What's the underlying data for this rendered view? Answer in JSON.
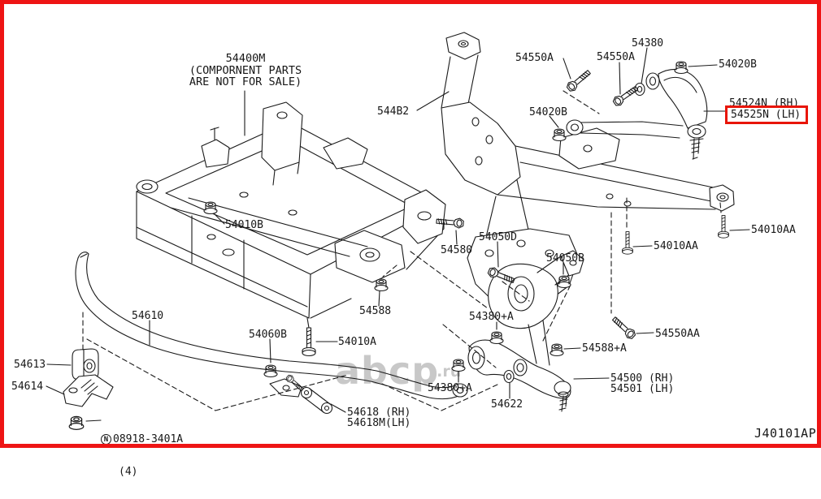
{
  "code": "J40101AP",
  "colors": {
    "line": "#1a1a1a",
    "page_border": "#ee1414",
    "highlight_box": "#e81507",
    "watermark": "#c8c8c8"
  },
  "watermark": {
    "main": "abcp",
    "suffix": ".ru"
  },
  "note": {
    "l1": "54400M",
    "l2": "(COMPORNENT PARTS",
    "l3": "ARE NOT FOR SALE)"
  },
  "hardware": {
    "prefix": "N",
    "number": "08918-3401A",
    "qty": "(4)"
  },
  "labels": {
    "b544b2": "544B2",
    "b54550a_1": "54550A",
    "b54550a_2": "54550A",
    "b54380": "54380",
    "b54020b_1": "54020B",
    "b54524n": "54524N (RH)",
    "b54525n": "54525N (LH)",
    "b54020b_2": "54020B",
    "b54010b": "54010B",
    "b54580": "54580",
    "b54050d": "54050D",
    "b54050b": "54050B",
    "b54588": "54588",
    "b54610": "54610",
    "b54060b": "54060B",
    "b54010a": "54010A",
    "b54380a_1": "54380+A",
    "b54588a": "54588+A",
    "b54550aa": "54550AA",
    "b54010aa_1": "54010AA",
    "b54010aa_2": "54010AA",
    "b54500": "54500 (RH)",
    "b54501": "54501 (LH)",
    "b54622": "54622",
    "b54380a_2": "54380+A",
    "b54618": "54618 (RH)",
    "b54618m": "54618M(LH)",
    "b54613": "54613",
    "b54614": "54614"
  }
}
